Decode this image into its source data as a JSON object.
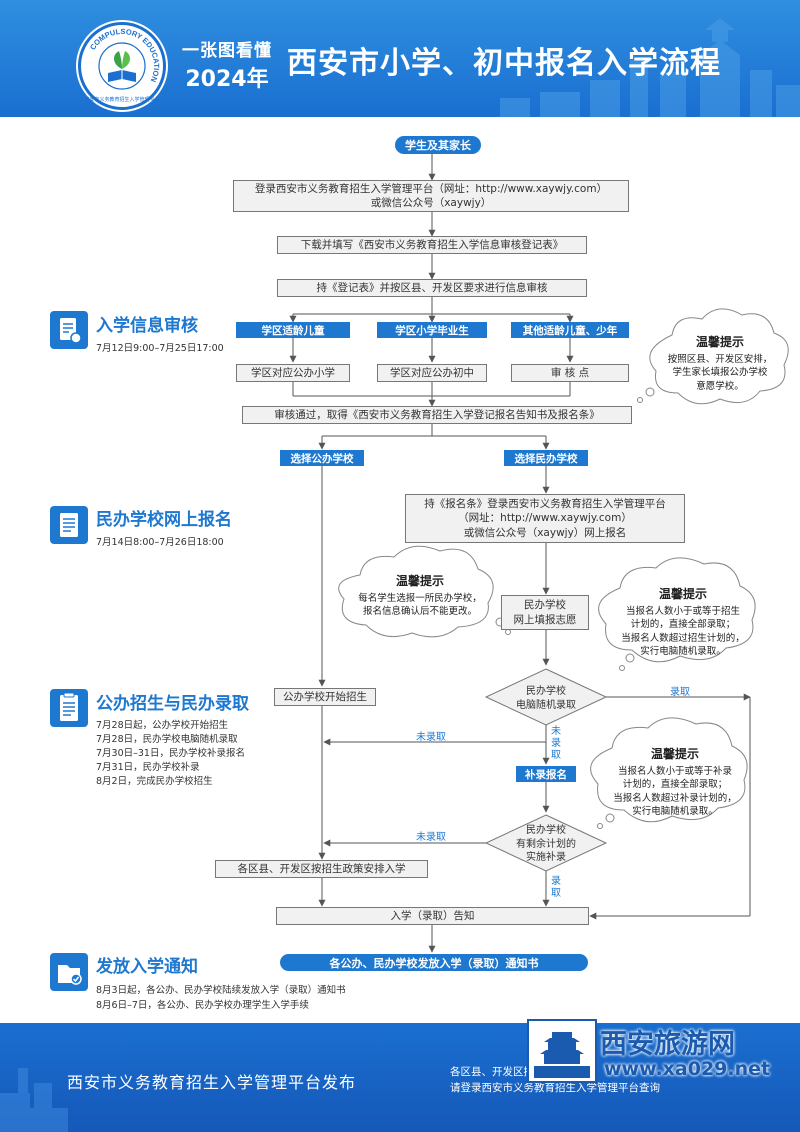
{
  "header": {
    "logo_ring_text": "COMPULSORY EDUCATION",
    "logo_ring_text_cn": "西安市义务教育招生入学管理平台",
    "slogan": "一张图看懂",
    "year": "2024年",
    "title": "西安市小学、初中报名入学流程"
  },
  "flow": {
    "start": "学生及其家长",
    "login_1": "登录西安市义务教育招生入学管理平台（网址：http://www.xaywjy.com）",
    "login_2": "或微信公众号（xaywjy）",
    "download": "下载并填写《西安市义务教育招生入学信息审核登记表》",
    "hold_form": "持《登记表》并按区县、开发区要求进行信息审核",
    "cat_1": "学区适龄儿童",
    "cat_2": "学区小学毕业生",
    "cat_3": "其他适龄儿童、少年",
    "dest_1": "学区对应公办小学",
    "dest_2": "学区对应公办初中",
    "dest_3": "审 核 点",
    "approved": "审核通过，取得《西安市义务教育招生入学登记报名告知书及报名条》",
    "choose_public": "选择公办学校",
    "choose_private": "选择民办学校",
    "private_login_1": "持《报名条》登录西安市义务教育招生入学管理平台",
    "private_login_2": "（网址：http://www.xaywjy.com）",
    "private_login_3": "或微信公众号（xaywjy）网上报名",
    "fill_wish_1": "民办学校",
    "fill_wish_2": "网上填报志愿",
    "lottery_1": "民办学校",
    "lottery_2": "电脑随机录取",
    "public_start": "公办学校开始招生",
    "supplement": "补录报名",
    "remaining_1": "民办学校",
    "remaining_2": "有剩余计划的",
    "remaining_3": "实施补录",
    "district_arrange": "各区县、开发区按招生政策安排入学",
    "notify": "入学（录取）告知",
    "issue_notice": "各公办、民办学校发放入学（录取）通知书",
    "edge_admitted": "录取",
    "edge_not_admitted": "未录取"
  },
  "tips": [
    {
      "title": "温馨提示",
      "lines": [
        "按照区县、开发区安排，",
        "学生家长填报公办学校",
        "意愿学校。"
      ]
    },
    {
      "title": "温馨提示",
      "lines": [
        "每名学生选报一所民办学校，",
        "报名信息确认后不能更改。"
      ]
    },
    {
      "title": "温馨提示",
      "lines": [
        "当报名人数小于或等于招生",
        "计划的，直接全部录取；",
        "当报名人数超过招生计划的，",
        "实行电脑随机录取。"
      ]
    },
    {
      "title": "温馨提示",
      "lines": [
        "当报名人数小于或等于补录",
        "计划的，直接全部录取；",
        "当报名人数超过补录计划的，",
        "实行电脑随机录取。"
      ]
    }
  ],
  "sections": [
    {
      "title": "入学信息审核",
      "lines": [
        "7月12日9:00–7月25日17:00"
      ]
    },
    {
      "title": "民办学校网上报名",
      "lines": [
        "7月14日8:00–7月26日18:00"
      ]
    },
    {
      "title": "公办招生与民办录取",
      "lines": [
        "7月28日起，公办学校开始招生",
        "7月28日，民办学校电脑随机录取",
        "7月30日–31日，民办学校补录报名",
        "7月31日，民办学校补录",
        "8月2日，完成民办学校招生"
      ]
    },
    {
      "title": "发放入学通知",
      "lines": [
        "8月3日起，各公办、民办学校陆续发放入学（录取）通知书",
        "8月6日–7日，各公办、民办学校办理学生入学手续"
      ]
    }
  ],
  "footer": {
    "publisher": "西安市义务教育招生入学管理平台发布",
    "note_1": "各区县、开发区招生咨询电话",
    "note_2": "请登录西安市义务教育招生入学管理平台查询"
  },
  "watermark": {
    "title": "西安旅游网",
    "url": "www.xa029.net"
  },
  "colors": {
    "primary": "#1e78d0",
    "header_bg": "#2f8fe0",
    "box_bg": "#f1f1f1",
    "box_border": "#777777",
    "edge_label": "#1e78d0"
  }
}
